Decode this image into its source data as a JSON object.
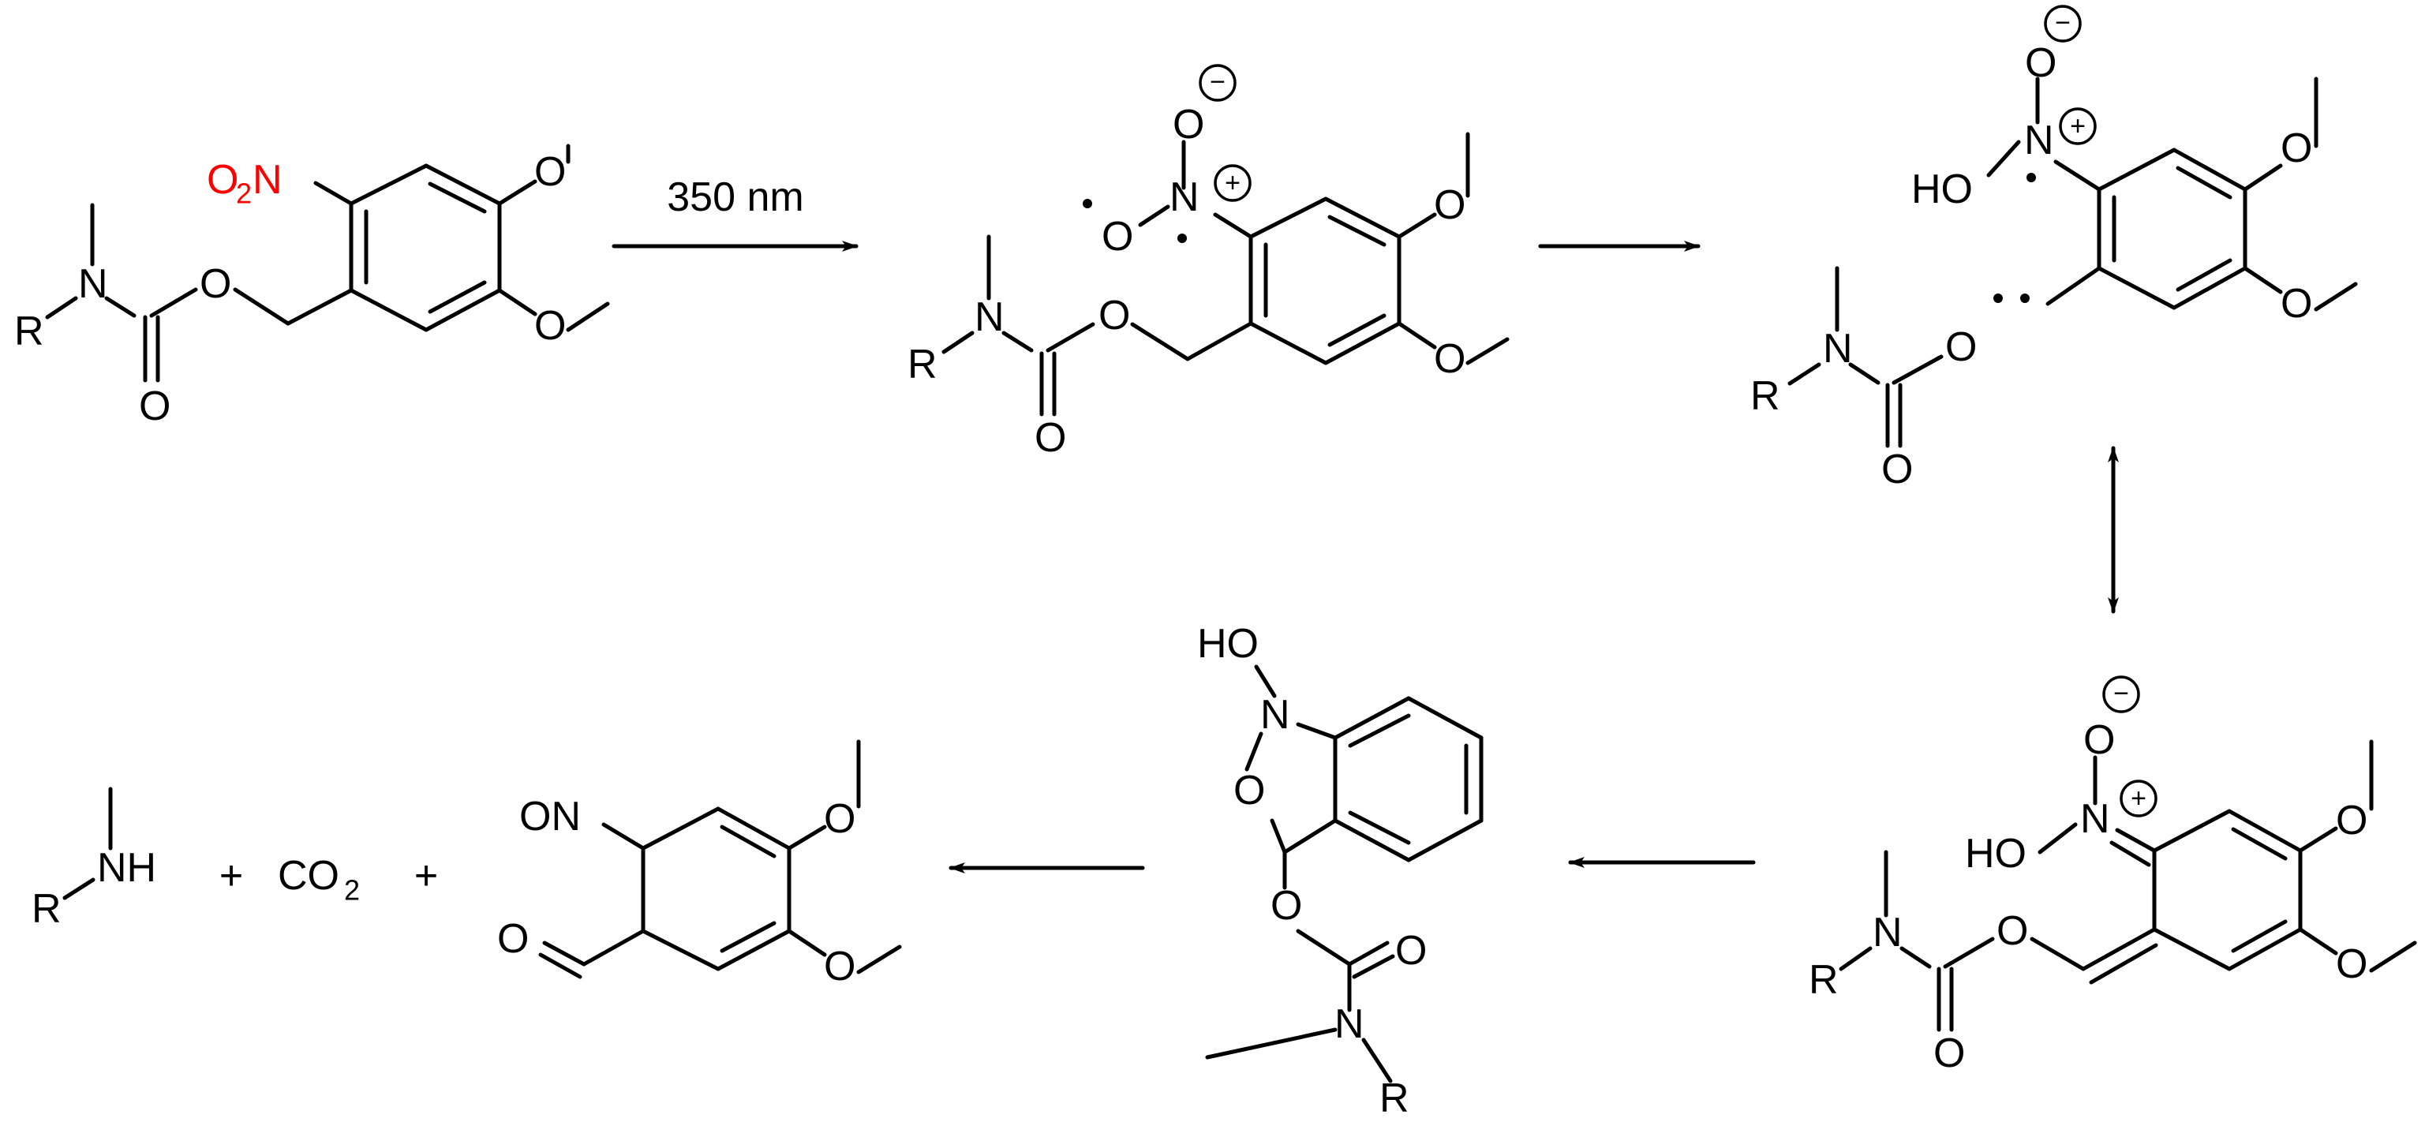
{
  "scheme": {
    "accent_color": "#ff0000",
    "condition": "350 nm",
    "plus": "+",
    "labels": {
      "R": "R",
      "N": "N",
      "O": "O",
      "O2": "O",
      "O2_sub": "2",
      "NH": "NH",
      "HO": "HO",
      "ON": "ON",
      "CO": "CO",
      "CO_sub": "2"
    },
    "charges": {
      "minus": "−",
      "plus": "+"
    }
  }
}
